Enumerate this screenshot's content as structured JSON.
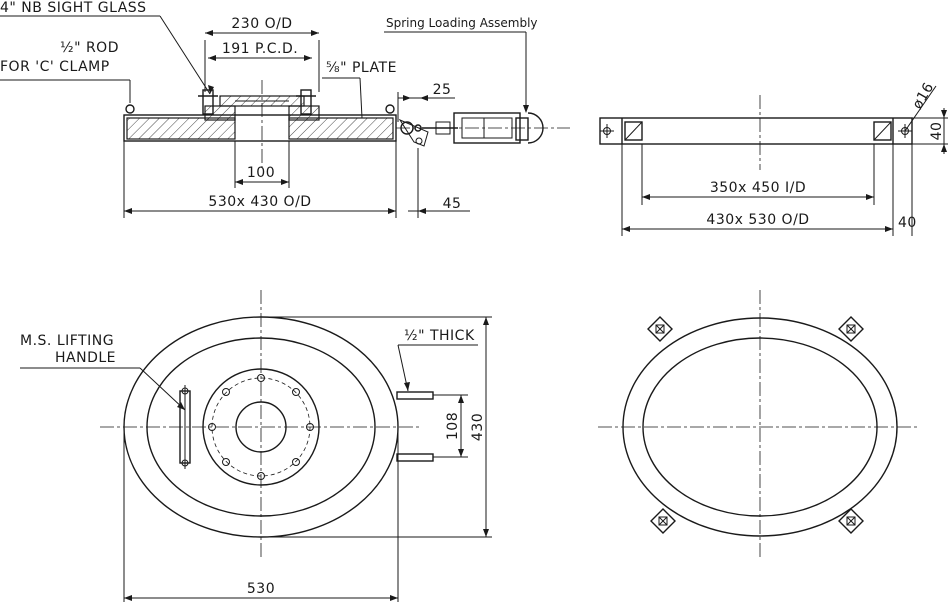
{
  "labels": {
    "sight_glass": "4\" NB SIGHT GLASS",
    "rod_line1": "½\" ROD",
    "rod_line2": "FOR 'C' CLAMP",
    "plate": "⅝\" PLATE",
    "spring": "Spring Loading Assembly",
    "lifting_line1": "M.S. LIFTING",
    "lifting_line2": "HANDLE",
    "thick": "½\" THICK"
  },
  "dimensions": {
    "d230": "230 O/D",
    "d191": "191 P.C.D.",
    "d25": "25",
    "d100": "100",
    "d530x430": "530x 430 O/D",
    "d45": "45",
    "d16": "ø16",
    "d40_vert": "40",
    "d350x450": "350x 450 I/D",
    "d430x530": "430x 530 O/D",
    "d40_horiz": "40",
    "d108": "108",
    "d430": "430",
    "d530": "530"
  }
}
